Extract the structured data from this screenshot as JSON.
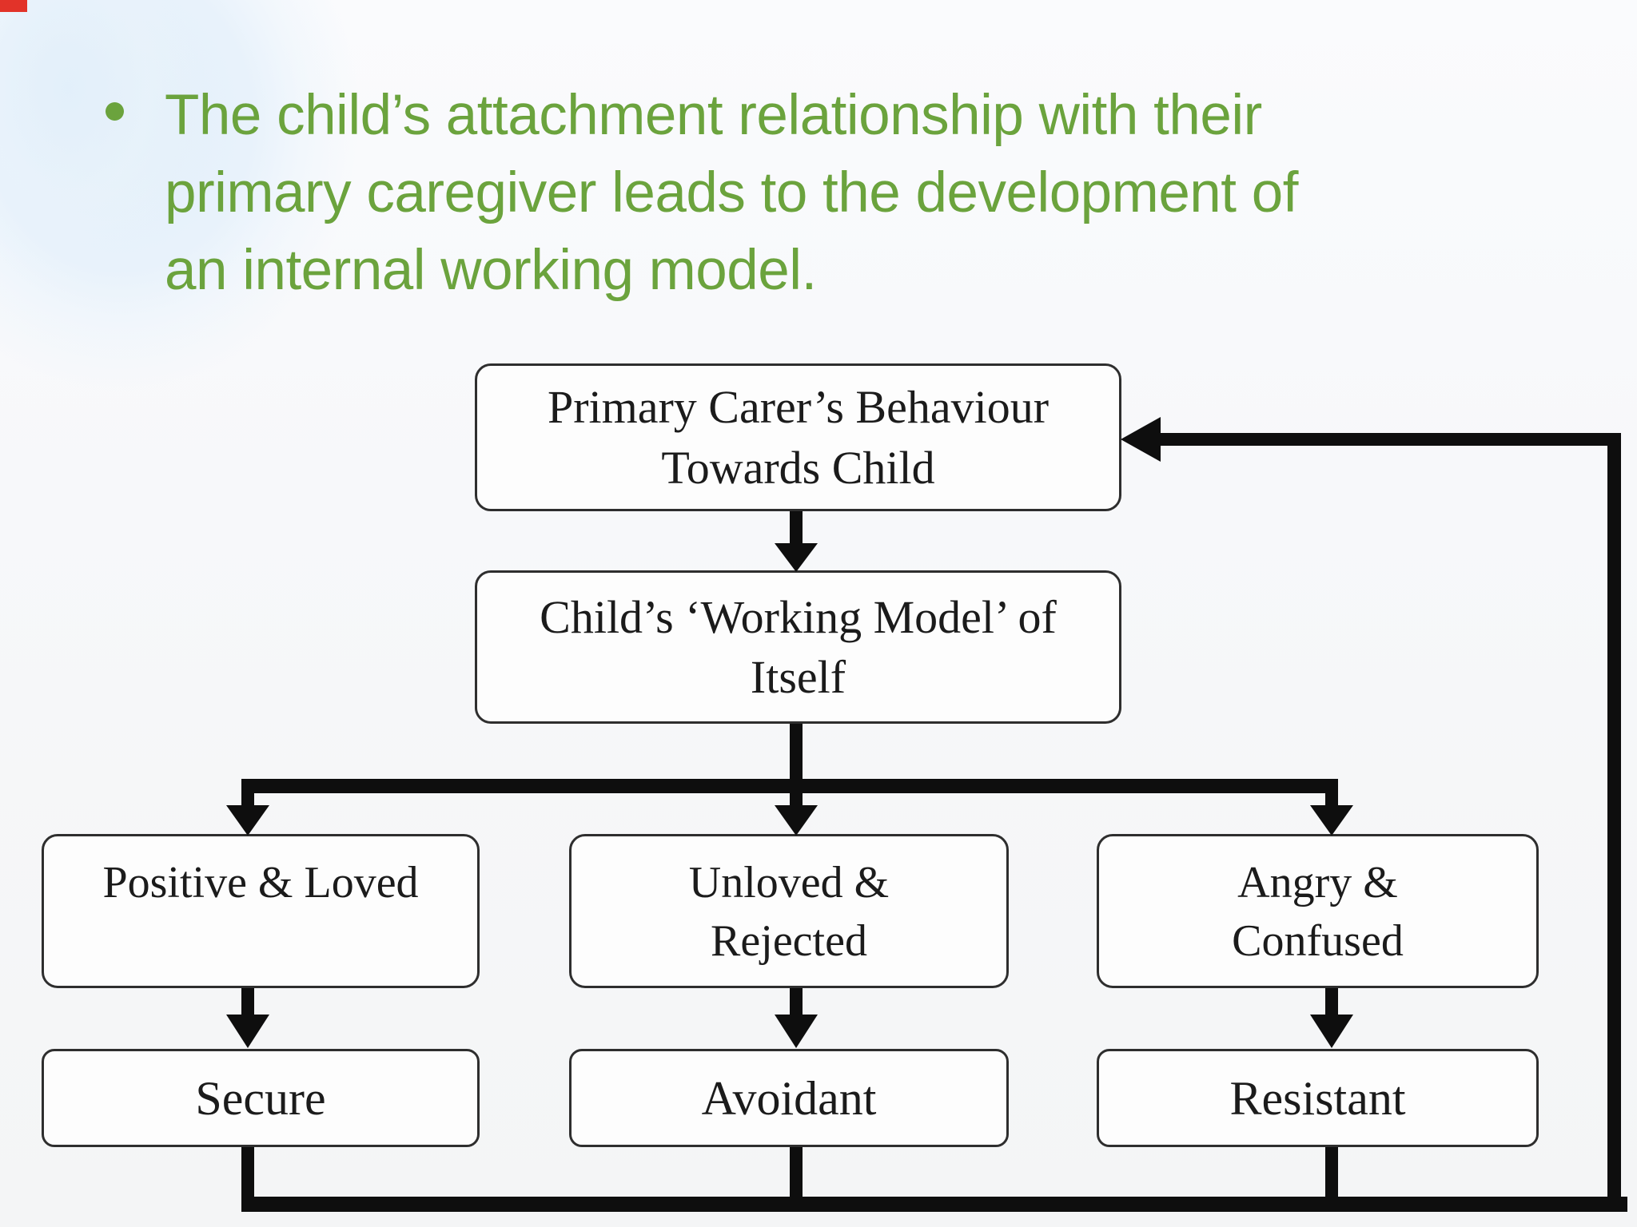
{
  "slide": {
    "bullet_text_line1": "The child’s attachment relationship with their",
    "bullet_text_line2": "primary caregiver leads to the development of",
    "bullet_text_line3": "an internal working model.",
    "full_bullet_text": "The child’s attachment relationship with their primary caregiver leads to the development of an internal working model."
  },
  "colors": {
    "accent_green": "#6BA33D",
    "diagram_line": "#0E0E0E",
    "diagram_text": "#1B1B1B",
    "box_border": "#2E2E2E",
    "box_bg": "#FDFDFD",
    "corner_blue": "#E3EFFA",
    "red_mark": "#E23329",
    "slide_bg": "#F7F8FA"
  },
  "diagram": {
    "type": "flowchart",
    "nodes": {
      "primary_carer": {
        "line1": "Primary Carer’s Behaviour",
        "line2": "Towards Child"
      },
      "working_model": {
        "line1": "Child’s ‘Working Model’ of",
        "line2": "Itself"
      },
      "positive_loved": {
        "line1": "Positive & Loved"
      },
      "unloved_rejected": {
        "line1": "Unloved &",
        "line2": "Rejected"
      },
      "angry_confused": {
        "line1": "Angry &",
        "line2": "Confused"
      },
      "secure": {
        "line1": "Secure"
      },
      "avoidant": {
        "line1": "Avoidant"
      },
      "resistant": {
        "line1": "Resistant"
      }
    },
    "edges": [
      "primary_carer -> working_model",
      "working_model -> positive_loved",
      "working_model -> unloved_rejected",
      "working_model -> angry_confused",
      "positive_loved -> secure",
      "unloved_rejected -> avoidant",
      "angry_confused -> resistant",
      "secure -> primary_carer (feedback loop)",
      "avoidant -> primary_carer (feedback loop)",
      "resistant -> primary_carer (feedback loop)"
    ]
  }
}
